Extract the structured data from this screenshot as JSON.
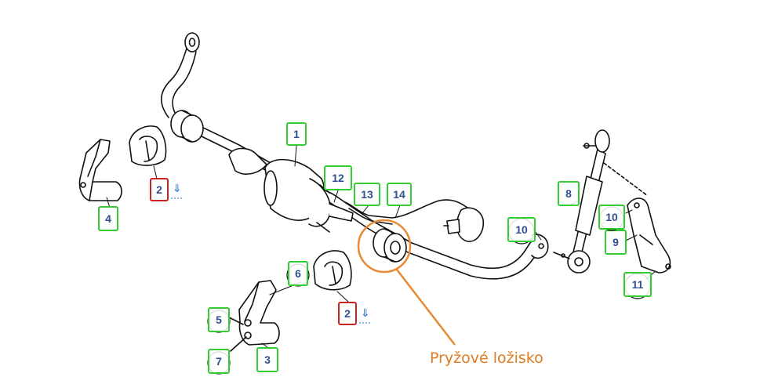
{
  "diagram": {
    "annotation": "Pryžové ložisko",
    "down_arrow": "⇓",
    "callouts": [
      {
        "id": "c1",
        "label": "1",
        "kind": "green"
      },
      {
        "id": "c2a",
        "label": "2",
        "kind": "red"
      },
      {
        "id": "c2b",
        "label": "2",
        "kind": "red"
      },
      {
        "id": "c3",
        "label": "3",
        "kind": "green"
      },
      {
        "id": "c4",
        "label": "4",
        "kind": "green"
      },
      {
        "id": "c5",
        "label": "5",
        "kind": "green"
      },
      {
        "id": "c6",
        "label": "6",
        "kind": "green"
      },
      {
        "id": "c7",
        "label": "7",
        "kind": "green"
      },
      {
        "id": "c8",
        "label": "8",
        "kind": "green"
      },
      {
        "id": "c9",
        "label": "9",
        "kind": "green"
      },
      {
        "id": "c10a",
        "label": "10",
        "kind": "green"
      },
      {
        "id": "c10b",
        "label": "10",
        "kind": "green"
      },
      {
        "id": "c11",
        "label": "11",
        "kind": "green"
      },
      {
        "id": "c12",
        "label": "12",
        "kind": "green"
      },
      {
        "id": "c13",
        "label": "13",
        "kind": "green"
      },
      {
        "id": "c14",
        "label": "14",
        "kind": "green"
      }
    ],
    "colors": {
      "green": "#33cc33",
      "red": "#cc2222",
      "orange": "#e88a33",
      "line": "#111111",
      "number": "#2f4f8f"
    }
  }
}
